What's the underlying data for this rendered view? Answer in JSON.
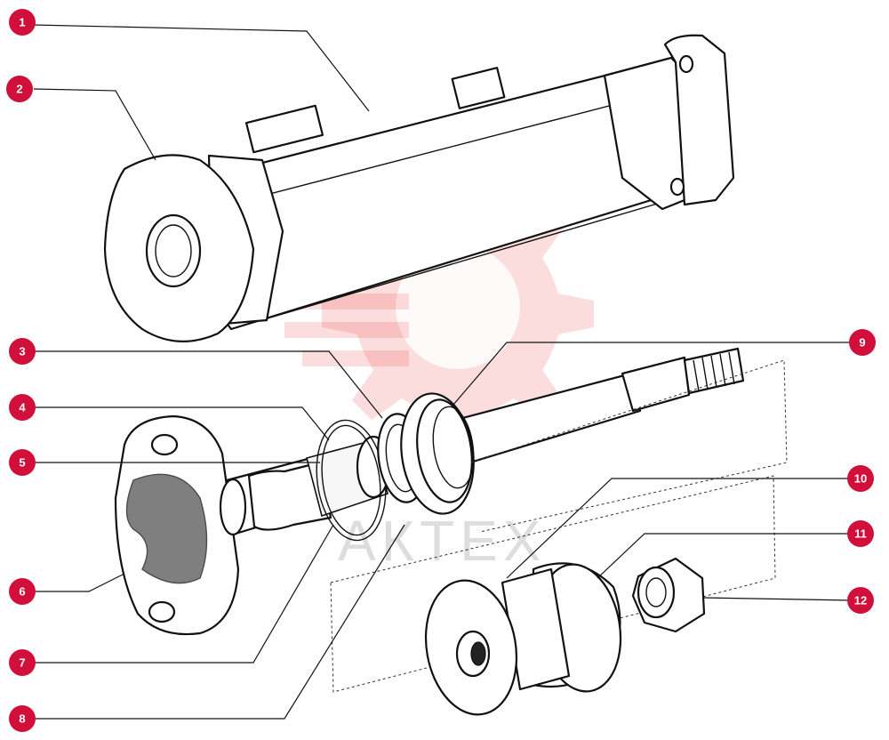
{
  "watermark": {
    "text": "АКТЕХ",
    "color": "#ec2a2a"
  },
  "callout_color": "#d0103a",
  "callouts": [
    {
      "id": "1",
      "label": "1"
    },
    {
      "id": "2",
      "label": "2"
    },
    {
      "id": "3",
      "label": "3"
    },
    {
      "id": "4",
      "label": "4"
    },
    {
      "id": "5",
      "label": "5"
    },
    {
      "id": "6",
      "label": "6"
    },
    {
      "id": "7",
      "label": "7"
    },
    {
      "id": "8",
      "label": "8"
    },
    {
      "id": "9",
      "label": "9"
    },
    {
      "id": "10",
      "label": "10"
    },
    {
      "id": "11",
      "label": "11"
    },
    {
      "id": "12",
      "label": "12"
    }
  ]
}
